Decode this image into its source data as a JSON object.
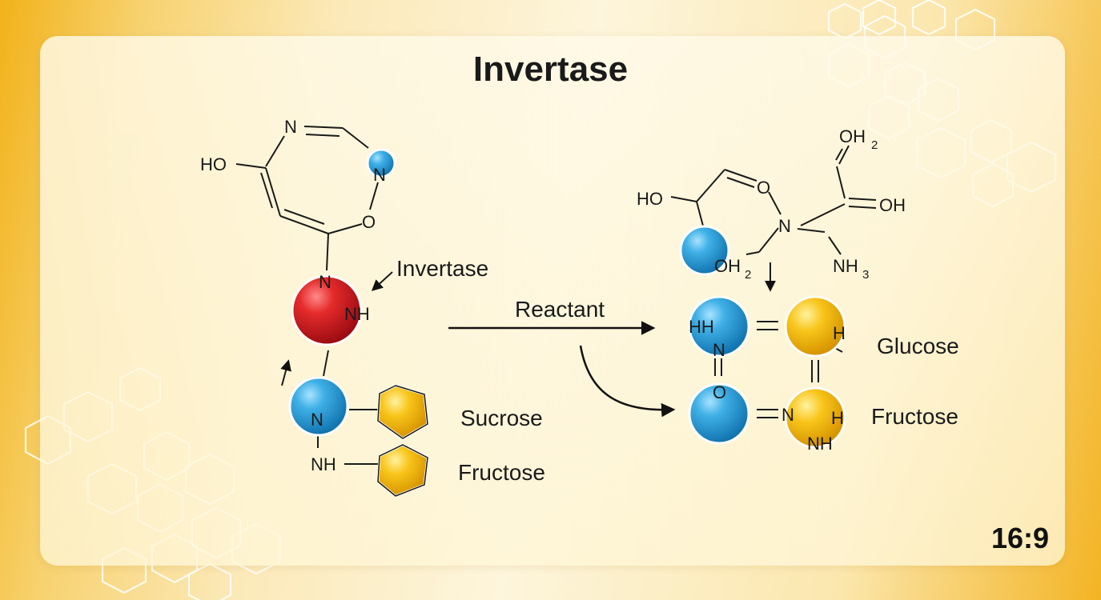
{
  "title": "Invertase",
  "aspect_badge": "16:9",
  "labels": {
    "invertase": "Invertase",
    "reactant": "Reactant",
    "sucrose": "Sucrose",
    "fructose_left": "Fructose",
    "glucose": "Glucose",
    "fructose_right": "Fructose"
  },
  "left_molecule": {
    "atoms": [
      "HO",
      "N",
      "N",
      "O",
      "N",
      "NH",
      "N",
      "NH"
    ]
  },
  "top_right_molecule": {
    "atoms": [
      "OH",
      "2",
      "HO",
      "O",
      "N",
      "OH",
      "NH",
      "3",
      "OH",
      "2"
    ]
  },
  "product_molecule": {
    "atoms": [
      "HH",
      "N",
      "O",
      "H",
      "N",
      "H",
      "NH"
    ]
  },
  "colors": {
    "red_atom": "#d8151c",
    "blue_atom": "#2a9fd8",
    "gold_atom": "#f5b800",
    "background_gold": "#f3b424"
  }
}
